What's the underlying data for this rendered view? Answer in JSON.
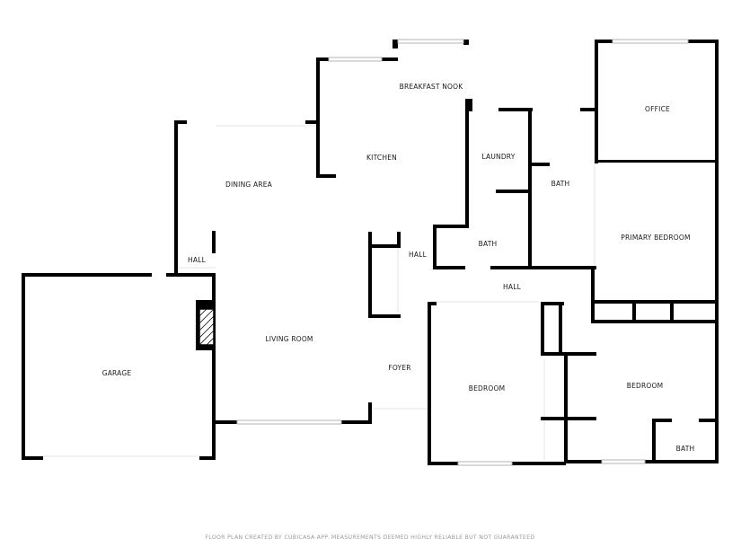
{
  "rooms": {
    "breakfast_nook": "BREAKFAST NOOK",
    "office": "OFFICE",
    "kitchen": "KITCHEN",
    "laundry": "LAUNDRY",
    "dining_area": "DINING AREA",
    "bath_upper": "BATH",
    "bath_middle": "BATH",
    "primary_bedroom": "PRIMARY BEDROOM",
    "hall_left": "HALL",
    "hall_center": "HALL",
    "hall_main": "HALL",
    "garage": "GARAGE",
    "living_room": "LIVING ROOM",
    "foyer": "FOYER",
    "bedroom_left": "BEDROOM",
    "bedroom_right": "BEDROOM",
    "bath_lower": "BATH"
  },
  "footer": {
    "note": "FLOOR PLAN CREATED BY CUBICASA APP. MEASUREMENTS DEEMED HIGHLY RELIABLE BUT NOT GUARANTEED"
  },
  "colors": {
    "wall": "#000000",
    "window": "#b5b5b5",
    "text": "#1a1a1a",
    "footer_text": "#9a9a9a"
  }
}
